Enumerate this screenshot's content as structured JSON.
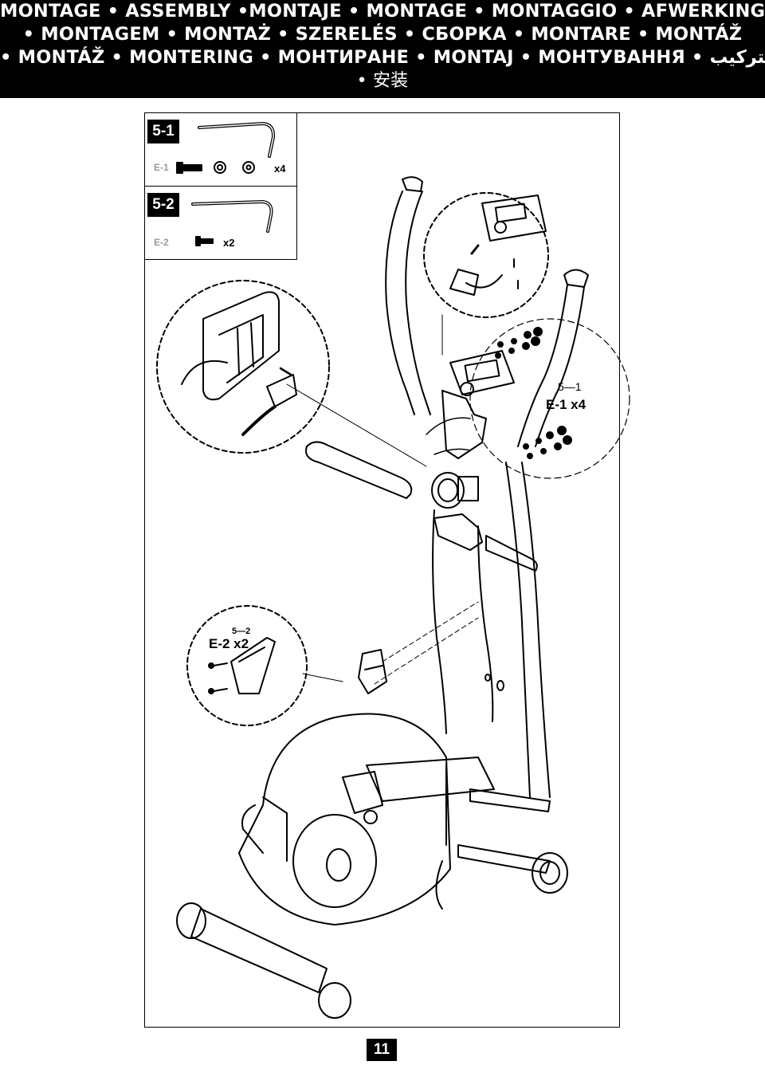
{
  "header": {
    "line1": "MONTAGE • ASSEMBLY •MONTAJE • MONTAGE • MONTAGGIO • AFWERKING",
    "line2": "• MONTAGEM • MONTAŻ • SZERELÉS • СБОРКА • MONTARE •  MONTÁŽ",
    "line3": "• MONTÁŽ • MONTERING • МОНТИРАНЕ • MONTAJ • МОНТУВАННЯ • التركيب",
    "line4": "• 安装"
  },
  "inset": {
    "step1": {
      "tag": "5-1",
      "part": "E-1",
      "qty": "x4"
    },
    "step2": {
      "tag": "5-2",
      "part": "E-2",
      "qty": "x2"
    }
  },
  "callouts": {
    "right": {
      "step": "5—1",
      "parts": "E-1 x4"
    },
    "left": {
      "step": "5—2",
      "parts": "E-2 x2"
    }
  },
  "page_number": "11"
}
